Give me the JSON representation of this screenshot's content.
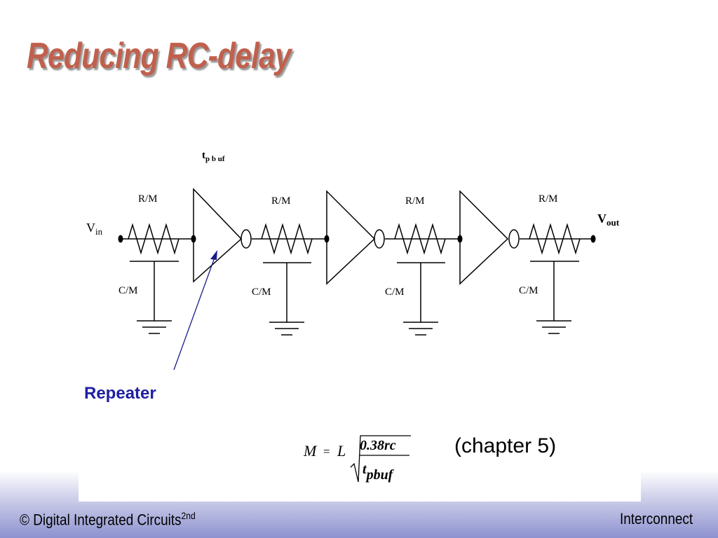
{
  "title": "Reducing RC-delay",
  "diagram": {
    "vin_main": "V",
    "vin_sub": "in",
    "vout_main": "V",
    "vout_sub": "out",
    "tpbuf_main": "t",
    "tpbuf_sub": "p b uf",
    "resistor_label": "R/M",
    "capacitor_label": "C/M",
    "repeater_label": "Repeater"
  },
  "formula": {
    "lhs": "M",
    "eq": "=",
    "l": "L",
    "numerator": "0.38rc",
    "denominator_main": "t",
    "denominator_sub": "pbuf"
  },
  "chapter_note": "(chapter 5)",
  "footer": {
    "left": "© Digital Integrated Circuits",
    "left_sup": "2nd",
    "right": "Interconnect"
  }
}
